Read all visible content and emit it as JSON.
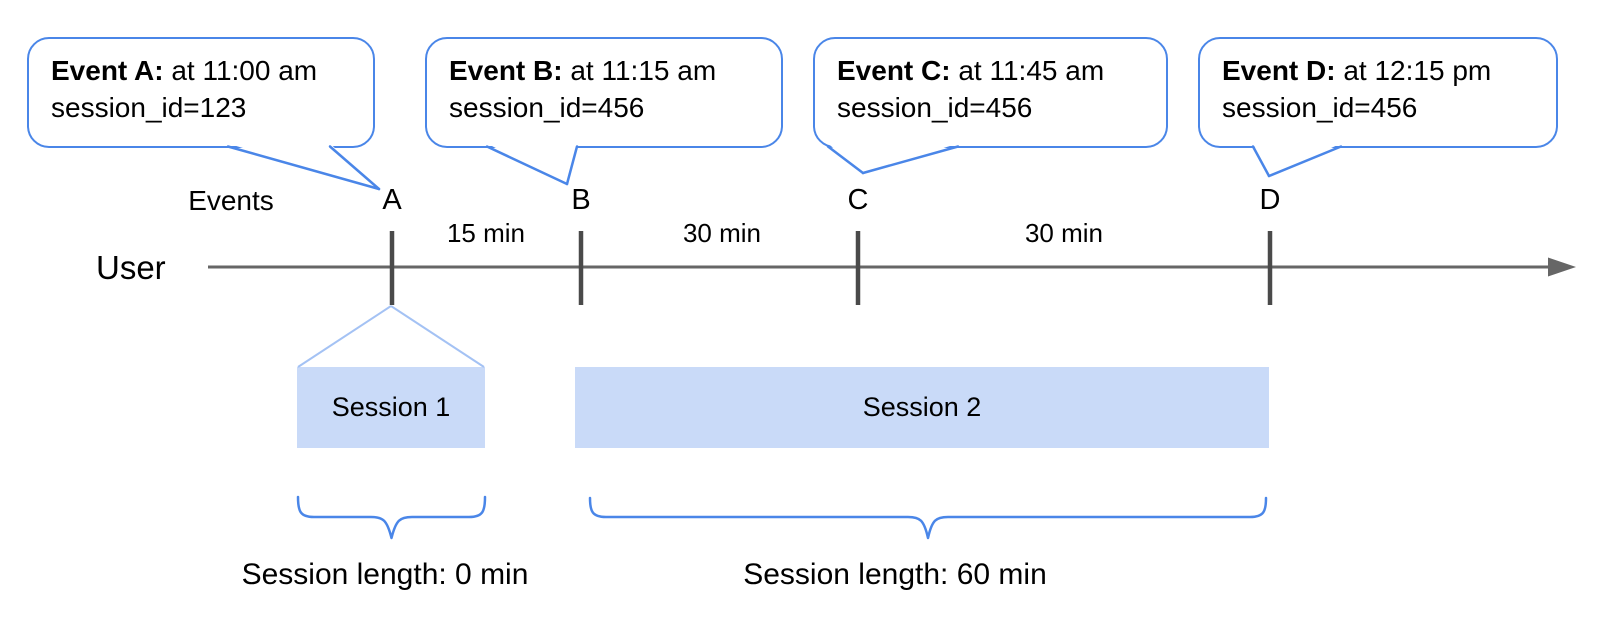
{
  "diagram": {
    "axis": {
      "events_label": "Events",
      "user_label": "User"
    },
    "callouts": [
      {
        "event": "A",
        "title": "Event A:",
        "time": " at 11:00 am",
        "session": "session_id=123"
      },
      {
        "event": "B",
        "title": "Event B:",
        "time": " at 11:15 am",
        "session": "session_id=456"
      },
      {
        "event": "C",
        "title": "Event C:",
        "time": " at 11:45 am",
        "session": "session_id=456"
      },
      {
        "event": "D",
        "title": "Event D:",
        "time": " at 12:15 pm",
        "session": "session_id=456"
      }
    ],
    "markers": [
      "A",
      "B",
      "C",
      "D"
    ],
    "intervals": [
      "15 min",
      "30 min",
      "30 min"
    ],
    "session_boxes": [
      "Session 1",
      "Session 2"
    ],
    "session_lengths": [
      "Session length: 0 min",
      "Session length: 60 min"
    ],
    "colors": {
      "callout_border": "#4a86e8",
      "session_fill": "#c9daf8",
      "connector": "#a4c2f4",
      "timeline": "#666666",
      "tick": "#4a4a4a",
      "text": "#000000"
    }
  }
}
